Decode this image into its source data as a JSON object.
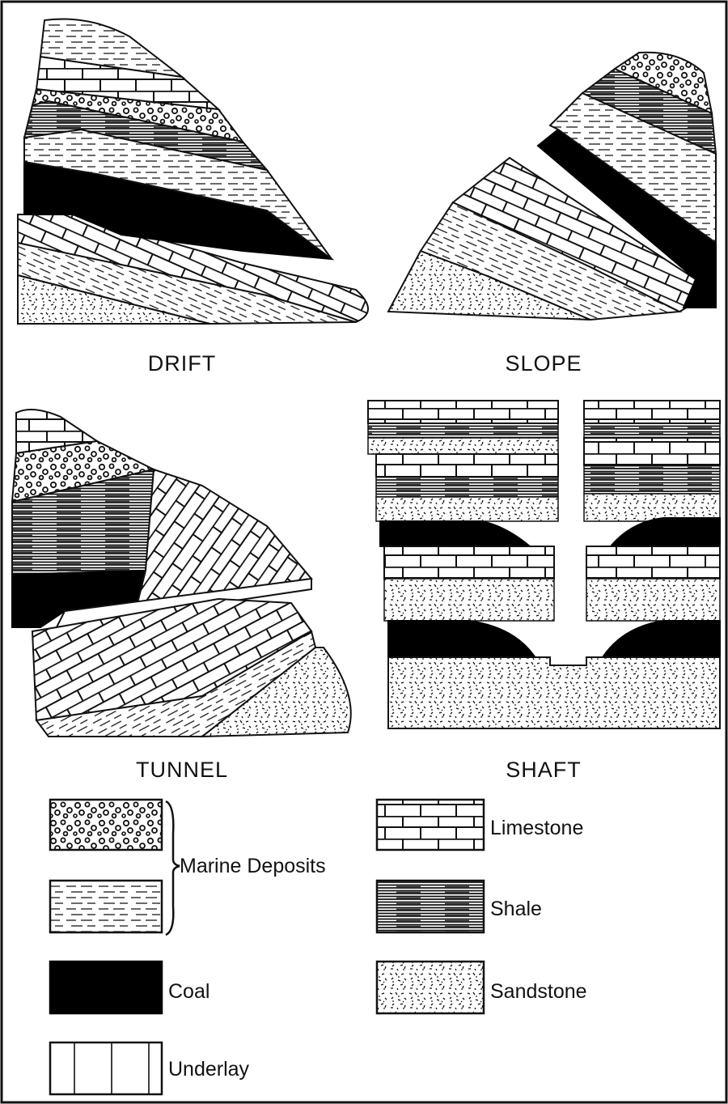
{
  "captions": {
    "drift": "DRIFT",
    "slope": "SLOPE",
    "tunnel": "TUNNEL",
    "shaft": "SHAFT"
  },
  "legend": {
    "marine_deposits": "Marine Deposits",
    "coal": "Coal",
    "underlay": "Underlay",
    "limestone": "Limestone",
    "shale": "Shale",
    "sandstone": "Sandstone"
  }
}
